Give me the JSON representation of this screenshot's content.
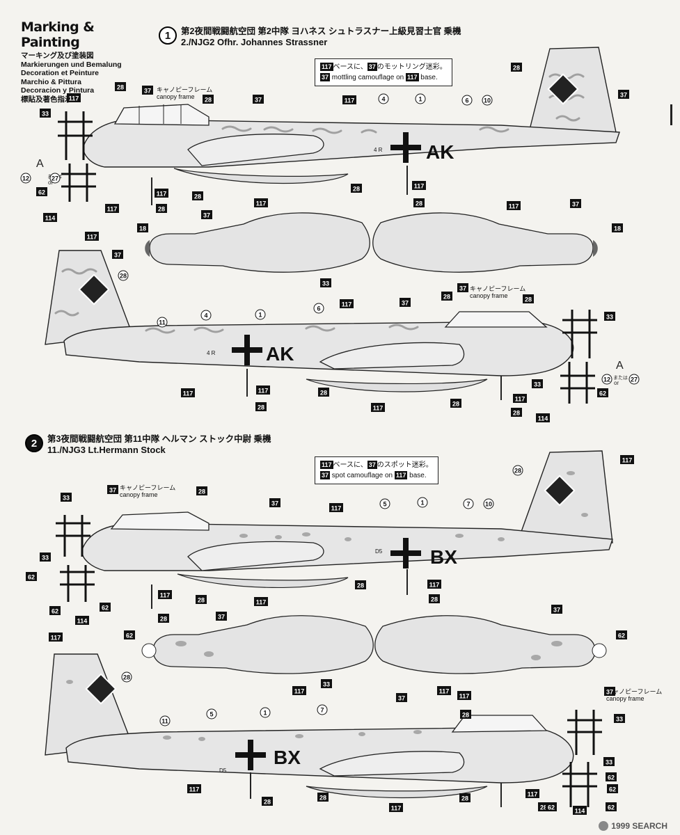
{
  "header": {
    "title": "Marking & Painting",
    "lines": [
      "マーキング及び塗装図",
      "Markierungen und Bemalung",
      "Decoration et Peinture",
      "Marchio & Pittura",
      "Decoracion y Pintura",
      "標貼及著色指示"
    ]
  },
  "scheme1": {
    "number": "1",
    "jp": "第2夜間戦闘航空団 第2中隊 ヨハネス シュトラスナー上級見習士官 乗機",
    "en": "2./NJG2 Ofhr. Johannes Strassner",
    "note_jp_mid": "ベースに、",
    "note_jp_end": "のモットリング迷彩。",
    "note_en_mid": "mottling camouflage on",
    "note_en_end": "base.",
    "code_left": "AK",
    "code_right": "AK"
  },
  "scheme2": {
    "number": "2",
    "jp": "第3夜間戦闘航空団 第11中隊 ヘルマン ストック中尉 乗機",
    "en": "11./NJG3 Lt.Hermann Stock",
    "note_jp_mid": "ベースに、",
    "note_jp_end": "のスポット迷彩。",
    "note_en_mid": "spot camouflage on",
    "note_en_end": "base.",
    "code_left": "BX",
    "code_right": "BX"
  },
  "labels": {
    "canopy_jp": "キャノピーフレーム",
    "canopy_en": "canopy frame",
    "or_jp": "または",
    "or_en": "or",
    "option_a": "A",
    "stencil_4r": "4 R",
    "stencil_d5": "D5"
  },
  "callouts": {
    "c117": "117",
    "c37": "37",
    "c28": "28",
    "c33": "33",
    "c18": "18",
    "c62": "62",
    "c114": "114",
    "c12": "12",
    "c27": "27",
    "c1": "1",
    "c4": "4",
    "c5": "5",
    "c6": "6",
    "c7": "7",
    "c10": "10",
    "c11": "11"
  },
  "watermark": "1999 SEARCH",
  "colors": {
    "ink": "#111111",
    "paper": "#f4f3ef",
    "camo": "#9a9a9a",
    "base": "#dcdcdc"
  }
}
